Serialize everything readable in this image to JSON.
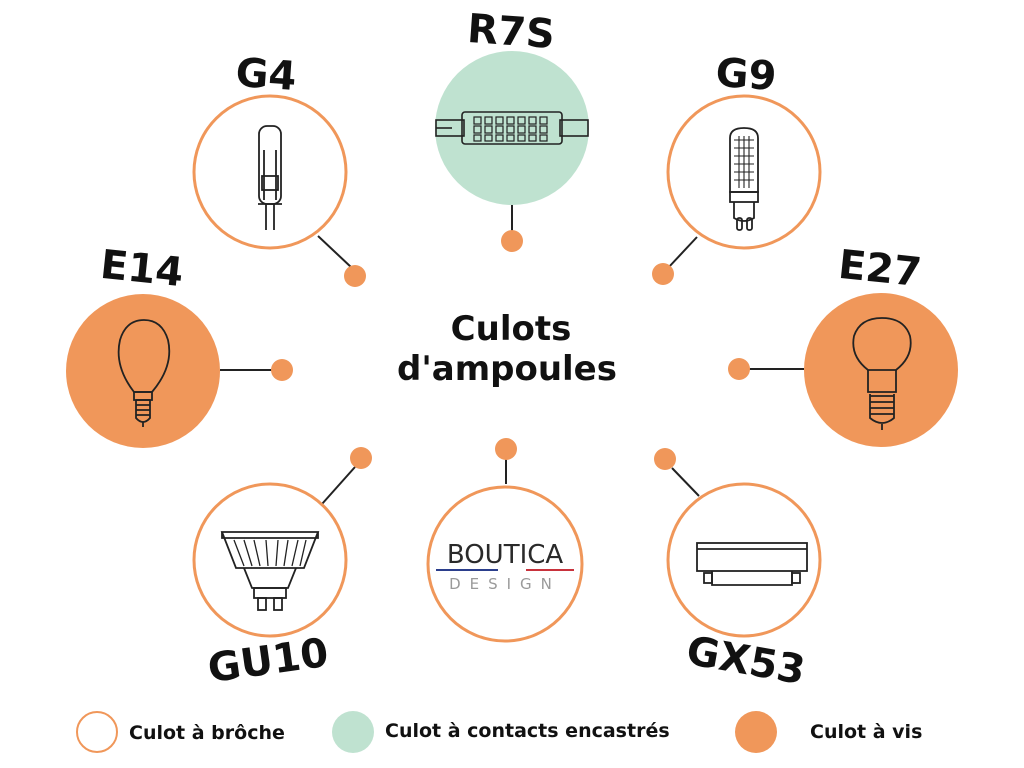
{
  "title": {
    "line1": "Culots",
    "line2": "d'ampoules"
  },
  "colors": {
    "accent": "#F0975A",
    "mint": "#BFE2D0",
    "ink": "#222222",
    "brand_blue": "#2B3E8C",
    "brand_red": "#C8323C",
    "brand_grey": "#9A9A9A"
  },
  "nodes": {
    "r7s": {
      "label": "R7S",
      "icon": "r7s-linear-bulb-icon",
      "type": "contacts"
    },
    "g4": {
      "label": "G4",
      "icon": "g4-capsule-bulb-icon",
      "type": "pin"
    },
    "g9": {
      "label": "G9",
      "icon": "g9-capsule-bulb-icon",
      "type": "pin"
    },
    "e14": {
      "label": "E14",
      "icon": "e14-globe-bulb-icon",
      "type": "screw"
    },
    "e27": {
      "label": "E27",
      "icon": "e27-bulb-icon",
      "type": "screw"
    },
    "gu10": {
      "label": "GU10",
      "icon": "gu10-spot-bulb-icon",
      "type": "pin"
    },
    "gx53": {
      "label": "GX53",
      "icon": "gx53-disc-lamp-icon",
      "type": "pin"
    },
    "brand": {
      "name": "BOUTICA",
      "tagline": "DESIGN"
    }
  },
  "legend": [
    {
      "label": "Culot à brôche",
      "style": "outline"
    },
    {
      "label": "Culot à contacts encastrés",
      "style": "mint"
    },
    {
      "label": "Culot à vis",
      "style": "filled"
    }
  ]
}
